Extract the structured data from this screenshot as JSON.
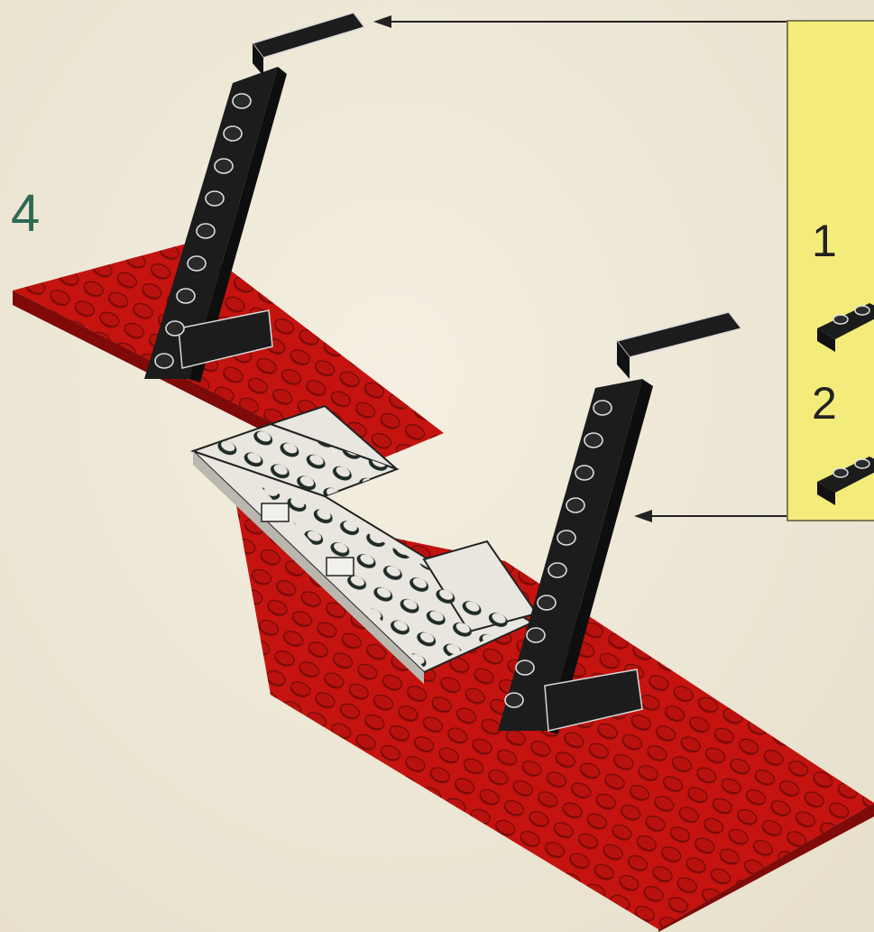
{
  "step": {
    "number": "4"
  },
  "subassembly": {
    "steps": [
      {
        "number": "1"
      },
      {
        "number": "2"
      }
    ]
  },
  "colors": {
    "baseplate": "#c5130f",
    "baseplate_dark": "#7e0b08",
    "stud": "#a80f0c",
    "black_part": "#1c1c1c",
    "white_part": "#e8e6df",
    "panel": "#f3ec7a",
    "step_number": "#2f6a55"
  }
}
